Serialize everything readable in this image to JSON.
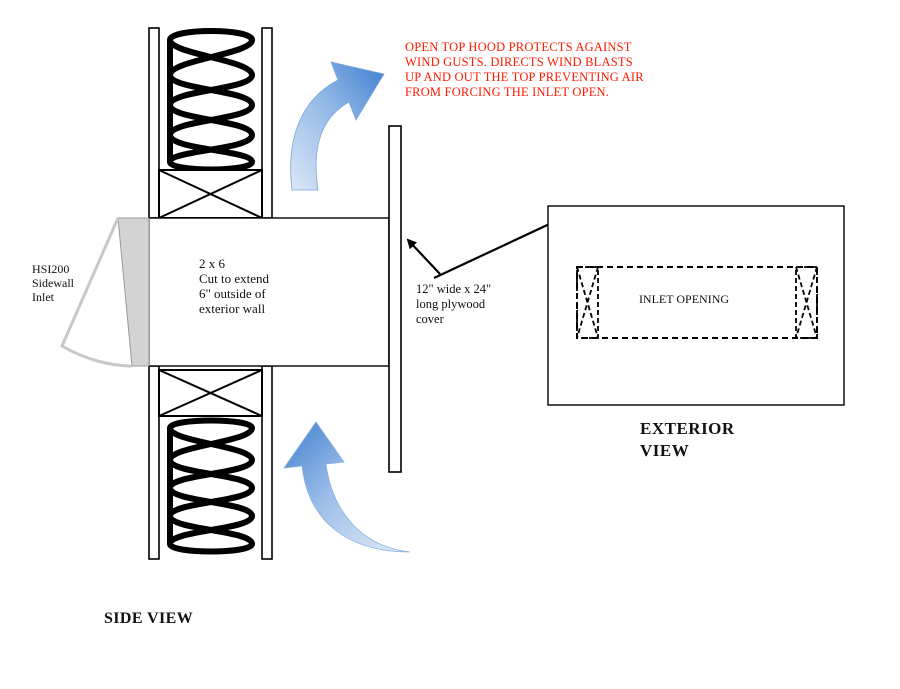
{
  "annotations": {
    "hood_note": "OPEN TOP HOOD PROTECTS AGAINST\nWIND GUSTS.  DIRECTS WIND BLASTS\nUP AND OUT THE TOP PREVENTING AIR\nFROM FORCING THE INLET OPEN.",
    "inlet_label": "HSI200\nSidewall\nInlet",
    "board_label": "2 x 6\nCut to extend\n6\" outside of\nexterior wall",
    "cover_label": "12\" wide x 24\"\nlong  plywood\ncover",
    "opening_label": "INLET OPENING"
  },
  "titles": {
    "exterior_view": "EXTERIOR\nVIEW",
    "side_view": "SIDE VIEW"
  },
  "colors": {
    "note_text": "#ff1a00",
    "arrow_dark": "#3f7fcf",
    "arrow_light": "#c9dcf3",
    "hood_fill": "#d3d3d3",
    "line": "#000000"
  }
}
